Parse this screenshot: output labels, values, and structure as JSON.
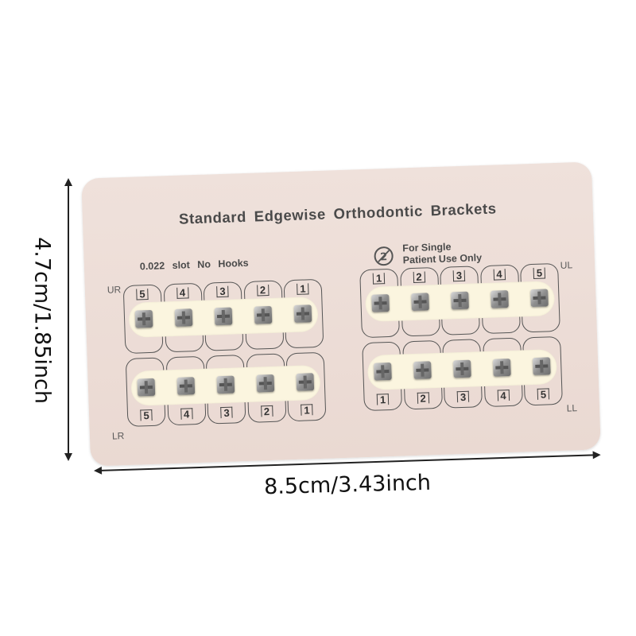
{
  "dimensions": {
    "height_label": "4.7cm/1.85inch",
    "width_label": "8.5cm/3.43inch"
  },
  "card": {
    "title": "Standard Edgewise Orthodontic Brackets",
    "slot_info": "0.022 slot   No Hooks",
    "single_use_line1": "For Single",
    "single_use_line2": "Patient Use Only",
    "single_use_icon": "do-not-reuse-icon",
    "quadrants": {
      "upper_right": {
        "label": "UR",
        "numbers": [
          "5",
          "4",
          "3",
          "2",
          "1"
        ]
      },
      "upper_left": {
        "label": "UL",
        "numbers": [
          "1",
          "2",
          "3",
          "4",
          "5"
        ]
      },
      "lower_right": {
        "label": "LR",
        "numbers": [
          "5",
          "4",
          "3",
          "2",
          "1"
        ]
      },
      "lower_left": {
        "label": "LL",
        "numbers": [
          "1",
          "2",
          "3",
          "4",
          "5"
        ]
      }
    }
  },
  "colors": {
    "card": "#ecdcd5",
    "strip": "#fbf5df",
    "bracket": "#9a9a9a"
  }
}
